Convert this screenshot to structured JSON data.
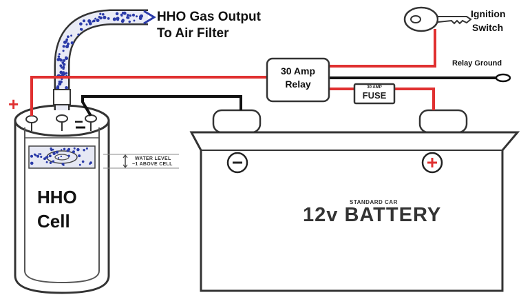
{
  "labels": {
    "gas_output_line1": "HHO Gas Output",
    "gas_output_line2": "To Air Filter",
    "ignition_line1": "Ignition",
    "ignition_line2": "Switch",
    "relay_ground": "Relay Ground",
    "relay_line1": "30 Amp",
    "relay_line2": "Relay",
    "fuse_small": "30 AMP",
    "fuse_main": "FUSE",
    "water_level_line1": "WATER LEVEL",
    "water_level_line2": "~1 ABOVE CELL",
    "cell_line1": "HHO",
    "cell_line2": "Cell",
    "battery_small": "STANDARD CAR",
    "battery_main": "12v BATTERY",
    "positive_symbol": "+",
    "negative_symbol": "−"
  },
  "colors": {
    "positive_wire": "#e03030",
    "ground_wire": "#111111",
    "gas_bubbles": "#2a3aa8",
    "outline": "#333333"
  }
}
